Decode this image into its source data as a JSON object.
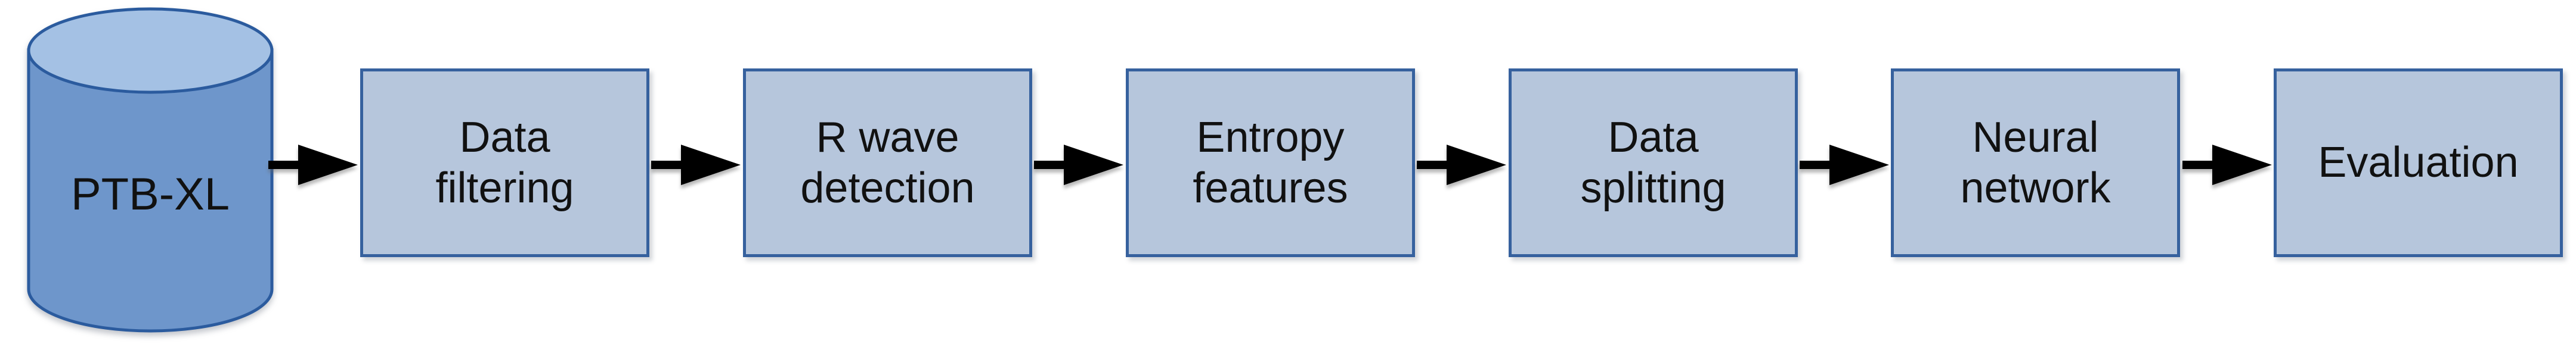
{
  "colors": {
    "background": "#ffffff",
    "box_fill": "#b6c6dc",
    "box_border": "#36619e",
    "cylinder_body": "#6e96cb",
    "cylinder_top": "#a4c1e4",
    "cylinder_border": "#2b5b9e",
    "arrow": "#000000",
    "text": "#111111"
  },
  "database": {
    "label": "PTB-XL",
    "shape": "cylinder"
  },
  "steps": [
    {
      "label": "Data filtering"
    },
    {
      "label": "R wave detection"
    },
    {
      "label": "Entropy features"
    },
    {
      "label": "Data splitting"
    },
    {
      "label": "Neural network"
    },
    {
      "label": "Evaluation"
    }
  ],
  "connections": [
    {
      "from": "PTB-XL",
      "to": "Data filtering"
    },
    {
      "from": "Data filtering",
      "to": "R wave detection"
    },
    {
      "from": "R wave detection",
      "to": "Entropy features"
    },
    {
      "from": "Entropy features",
      "to": "Data splitting"
    },
    {
      "from": "Data splitting",
      "to": "Neural network"
    },
    {
      "from": "Neural network",
      "to": "Evaluation"
    }
  ]
}
